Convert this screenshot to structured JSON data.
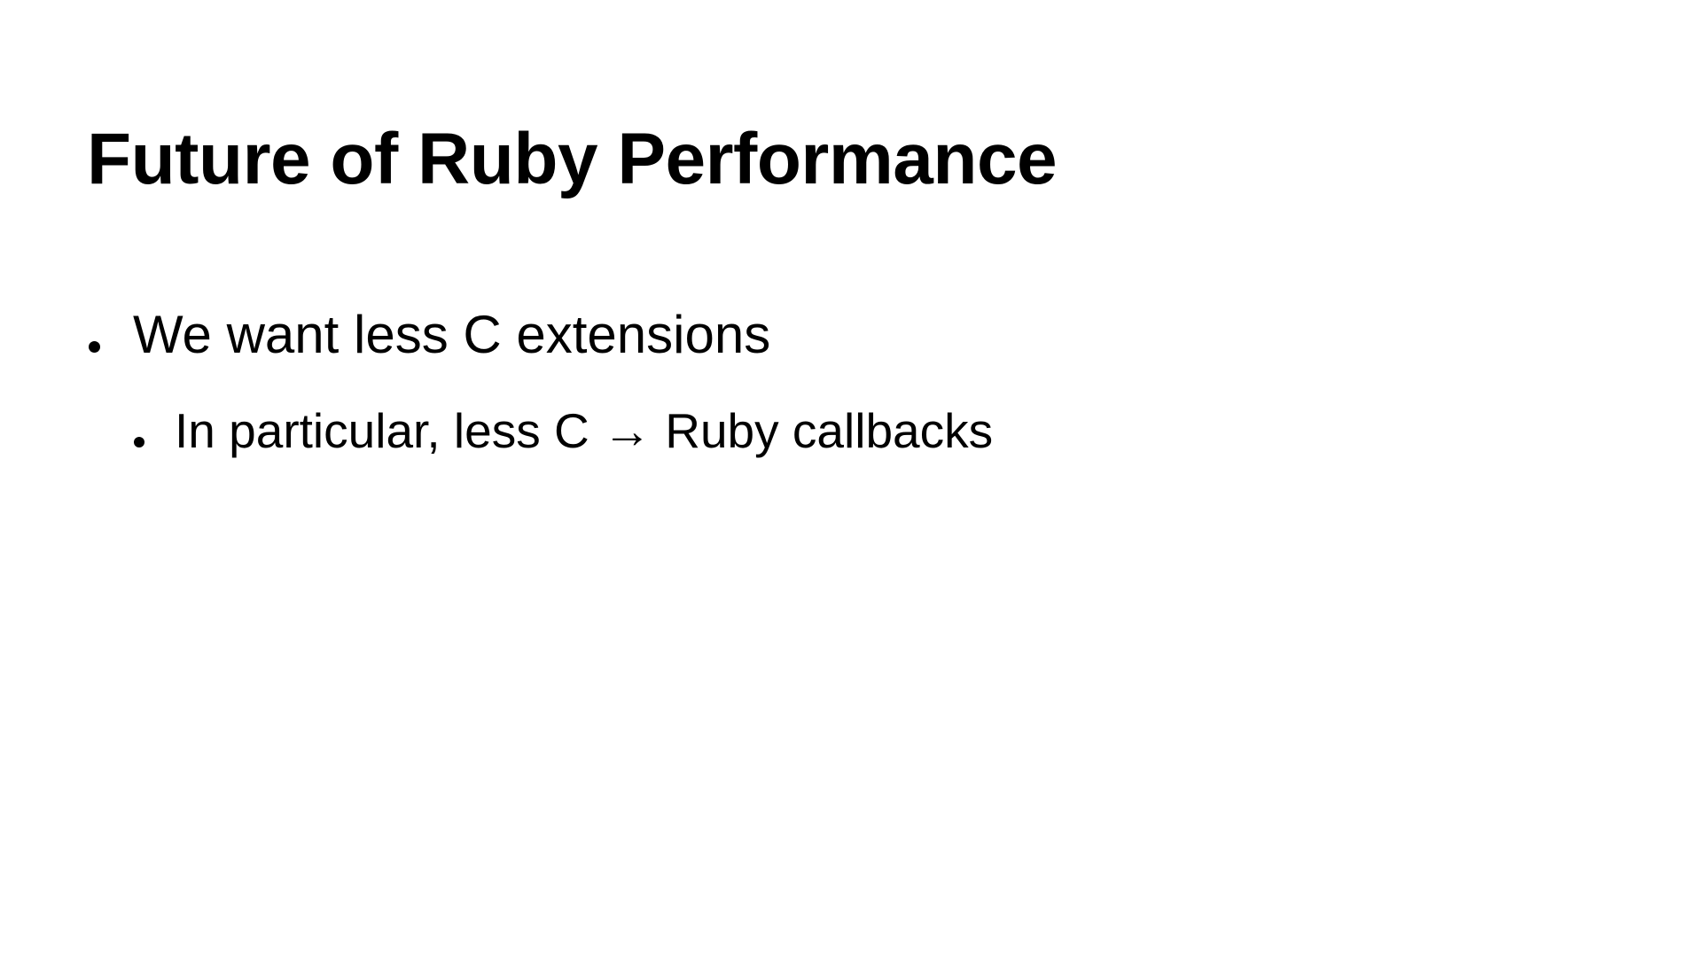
{
  "slide": {
    "background_color": "#ffffff",
    "text_color": "#000000",
    "title": "Future of Ruby Performance",
    "bullets": [
      {
        "level": 1,
        "marker": "bullet-dot",
        "text": "We want less C extensions"
      },
      {
        "level": 2,
        "marker": "bullet-dot",
        "text": "In particular, less C → Ruby callbacks"
      }
    ]
  }
}
